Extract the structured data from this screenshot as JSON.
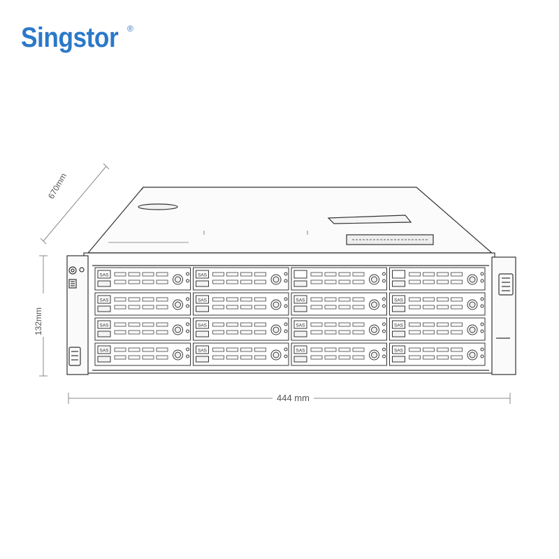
{
  "brand": {
    "name": "Singstor",
    "registered": "®",
    "color": "#2b78c9"
  },
  "dimensions": {
    "depth": "670mm",
    "height": "132mm",
    "width": "444 mm"
  },
  "drive_bays": {
    "rows": 4,
    "columns": 4,
    "label": "SAS",
    "bays": [
      {
        "label": "SAS"
      },
      {
        "label": "SAS"
      },
      {
        "label": ""
      },
      {
        "label": ""
      },
      {
        "label": "SAS"
      },
      {
        "label": "SAS"
      },
      {
        "label": "SAS"
      },
      {
        "label": "SAS"
      },
      {
        "label": "SAS"
      },
      {
        "label": "SAS"
      },
      {
        "label": "SAS"
      },
      {
        "label": "SAS"
      },
      {
        "label": "SAS"
      },
      {
        "label": "SAS"
      },
      {
        "label": "SAS"
      },
      {
        "label": "SAS"
      }
    ]
  }
}
